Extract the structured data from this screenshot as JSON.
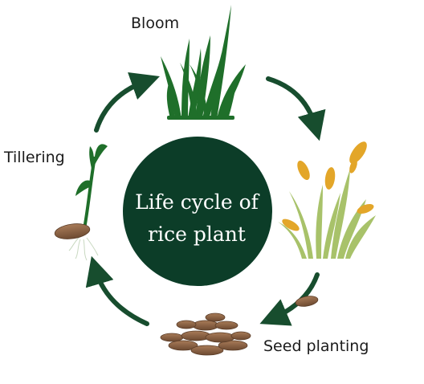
{
  "diagram": {
    "title_lines": [
      "Life cycle of",
      "rice plant"
    ],
    "stages": {
      "bloom": "Bloom",
      "ripening": "",
      "seed_planting": "Seed planting",
      "tillering": "Tillering"
    }
  },
  "colors": {
    "center_circle": "#0c3d28",
    "arrows": "#174d2e",
    "green_plant": "#1f6f2a",
    "ripe_plant": "#a8c26a",
    "grain": "#e3a629",
    "seed": "#8b6242"
  }
}
